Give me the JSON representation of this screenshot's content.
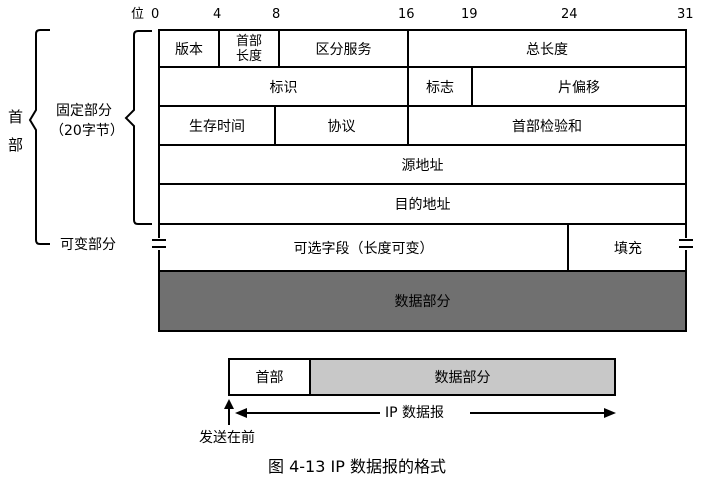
{
  "bit_label": "位",
  "bits": [
    "0",
    "4",
    "8",
    "16",
    "19",
    "24",
    "31"
  ],
  "side": {
    "header": [
      "首",
      "部"
    ],
    "fixed_part": [
      "固定部分",
      "（20字节）"
    ],
    "variable_part": "可变部分"
  },
  "fields": {
    "version": "版本",
    "header_length": [
      "首部",
      "长度"
    ],
    "dsf": "区分服务",
    "total_length": "总长度",
    "identification": "标识",
    "flags": "标志",
    "fragment_offset": "片偏移",
    "ttl": "生存时间",
    "protocol": "协议",
    "checksum": "首部检验和",
    "src": "源地址",
    "dst": "目的地址",
    "options": "可选字段（长度可变）",
    "padding": "填充",
    "data": "数据部分"
  },
  "bottom": {
    "header": "首部",
    "data": "数据部分",
    "datagram": "IP 数据报",
    "send_first": "发送在前"
  },
  "caption": "图 4-13 IP 数据报的格式",
  "colors": {
    "data_dark": "#707070",
    "data_light": "#c8c8c8"
  }
}
